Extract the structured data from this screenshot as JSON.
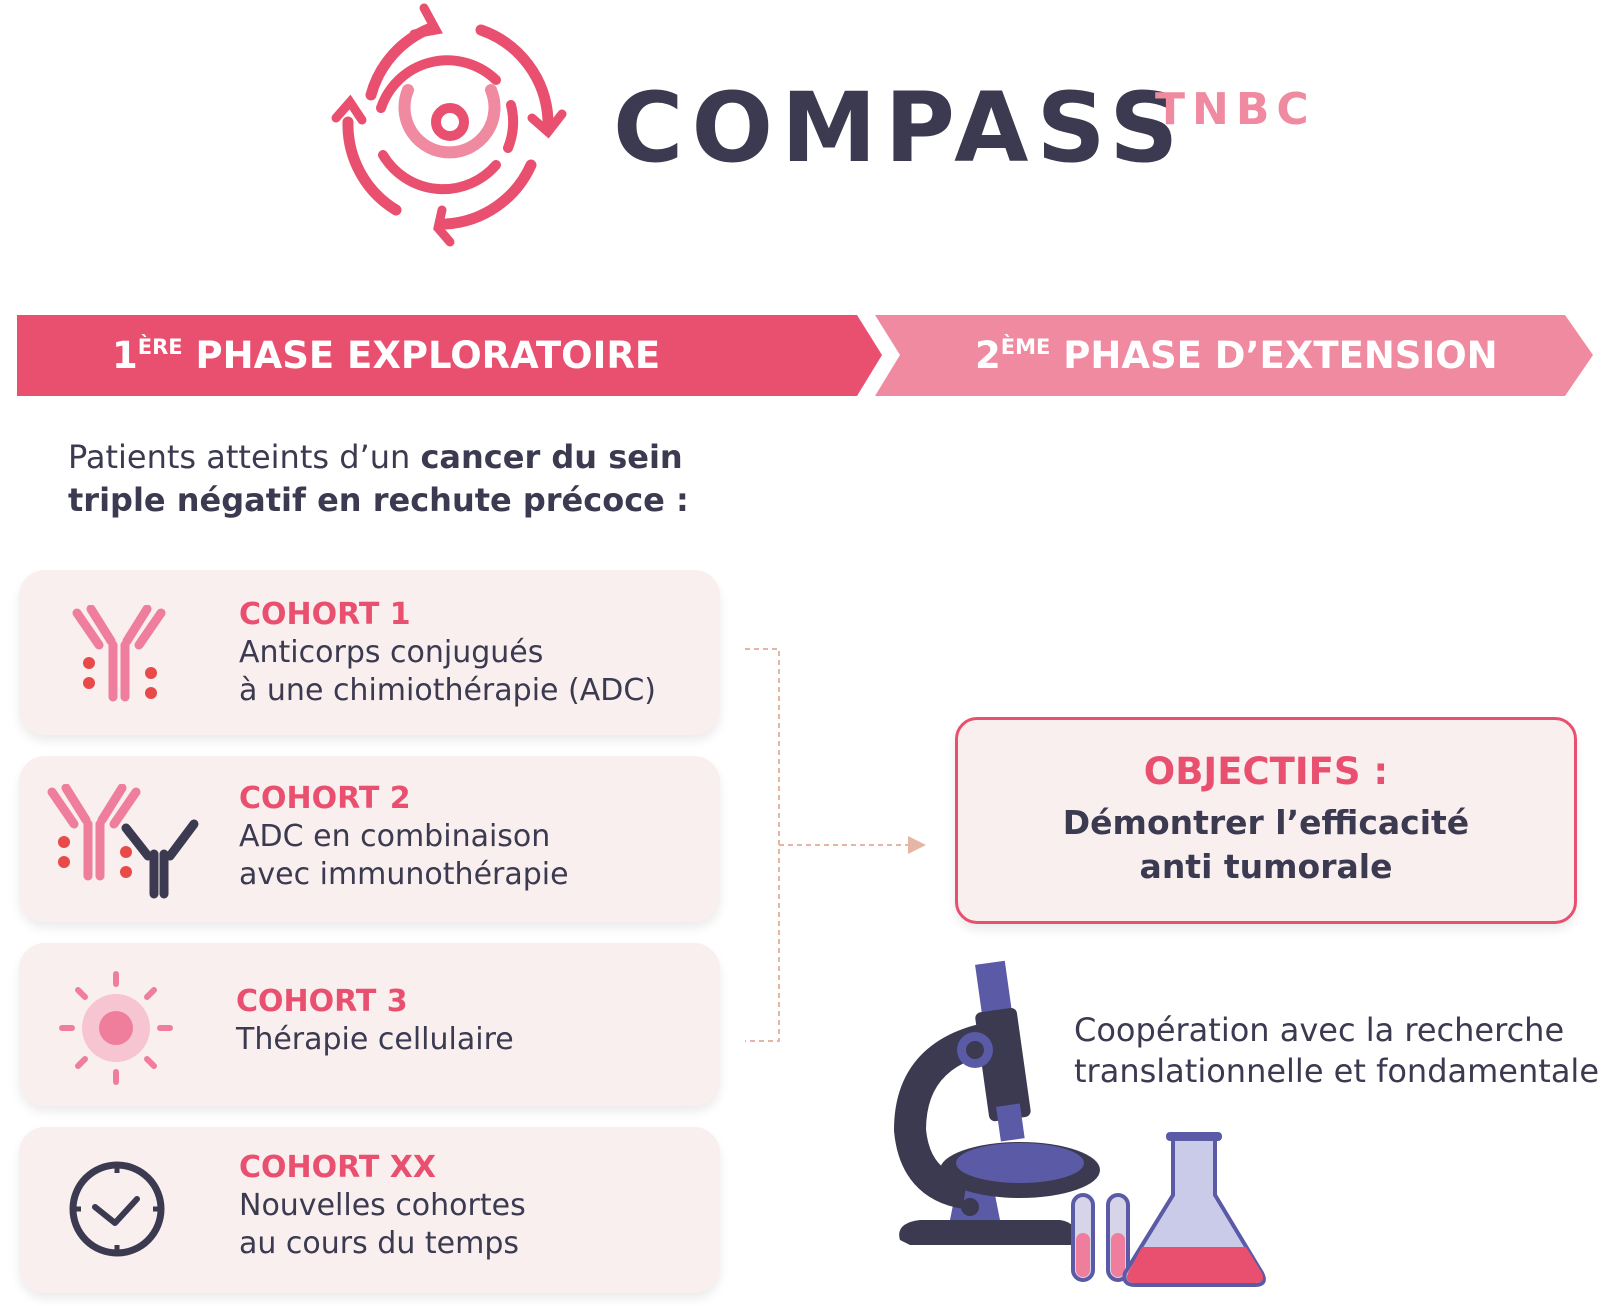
{
  "logo": {
    "name": "COMPASS",
    "suffix": "TNBC",
    "colors": {
      "primary": "#e9506f",
      "light": "#f08aa0",
      "dark": "#3b3a50"
    }
  },
  "phases": [
    {
      "number": "1",
      "superscript": "ÈRE",
      "label": "PHASE EXPLORATOIRE",
      "color": "#e9506f"
    },
    {
      "number": "2",
      "superscript": "ÈME",
      "label": "PHASE D’EXTENSION",
      "color": "#f08aa0"
    }
  ],
  "intro": {
    "regular": "Patients atteints d’un ",
    "bold1": "cancer du sein",
    "bold2": "triple négatif en rechute précoce :"
  },
  "cohorts": [
    {
      "title": "COHORT 1",
      "line1": "Anticorps conjugués",
      "line2": "à une chimiothérapie (ADC)",
      "icon": "antibody-drug-conjugate-icon"
    },
    {
      "title": "COHORT 2",
      "line1": "ADC en combinaison",
      "line2": "avec immunothérapie",
      "icon": "adc-plus-antibody-icon"
    },
    {
      "title": "COHORT 3",
      "line1": "Thérapie cellulaire",
      "line2": "",
      "icon": "cell-icon"
    },
    {
      "title": "COHORT XX",
      "line1": "Nouvelles cohortes",
      "line2": "au cours du temps",
      "icon": "clock-icon"
    }
  ],
  "objectives": {
    "heading": "OBJECTIFS :",
    "line1": "Démontrer l’efficacité",
    "line2": "anti tumorale"
  },
  "cooperation": {
    "line1": "Coopération avec la recherche",
    "line2": "translationnelle et fondamentale",
    "icon": "microscope-lab-icon"
  }
}
